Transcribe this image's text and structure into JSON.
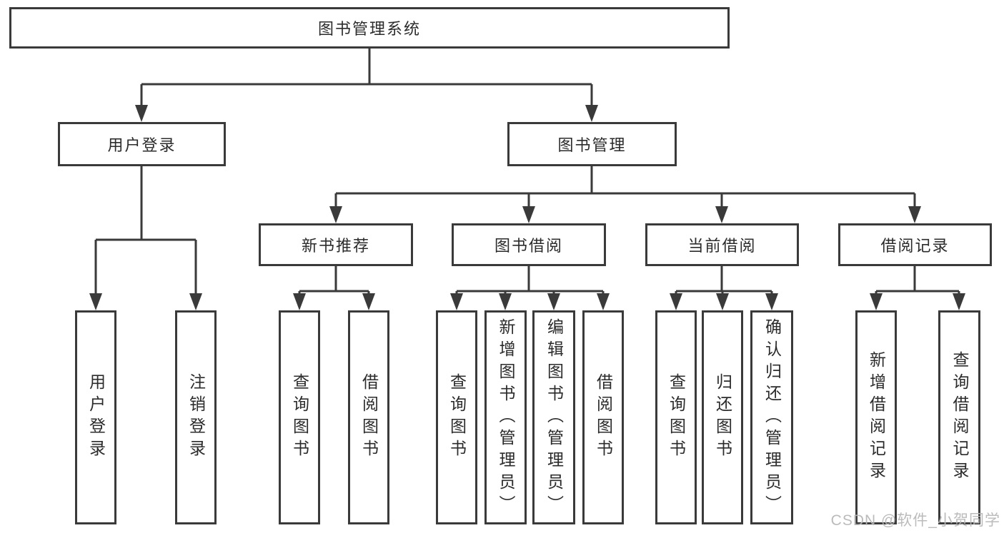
{
  "tree": {
    "root": {
      "label": "图书管理系统"
    },
    "branches": [
      {
        "label": "用户登录",
        "leaves": [
          {
            "label": "用户登录"
          },
          {
            "label": "注销登录"
          }
        ]
      },
      {
        "label": "图书管理",
        "groups": [
          {
            "label": "新书推荐",
            "leaves": [
              {
                "label": "查询图书"
              },
              {
                "label": "借阅图书"
              }
            ]
          },
          {
            "label": "图书借阅",
            "leaves": [
              {
                "label": "查询图书"
              },
              {
                "label": "新增图书（管理员）"
              },
              {
                "label": "编辑图书（管理员）"
              },
              {
                "label": "借阅图书"
              }
            ]
          },
          {
            "label": "当前借阅",
            "leaves": [
              {
                "label": "查询图书"
              },
              {
                "label": "归还图书"
              },
              {
                "label": "确认归还（管理员）"
              }
            ]
          },
          {
            "label": "借阅记录",
            "leaves": [
              {
                "label": "新增借阅记录"
              },
              {
                "label": "查询借阅记录"
              }
            ]
          }
        ]
      }
    ]
  },
  "watermark": {
    "text": "CSDN @软件_小贺同学"
  },
  "colors": {
    "line": "#3a3a3a",
    "box_border": "#3a3a3a",
    "text": "#2b2b2b",
    "watermark": "#b7b7b7",
    "background": "#ffffff"
  }
}
